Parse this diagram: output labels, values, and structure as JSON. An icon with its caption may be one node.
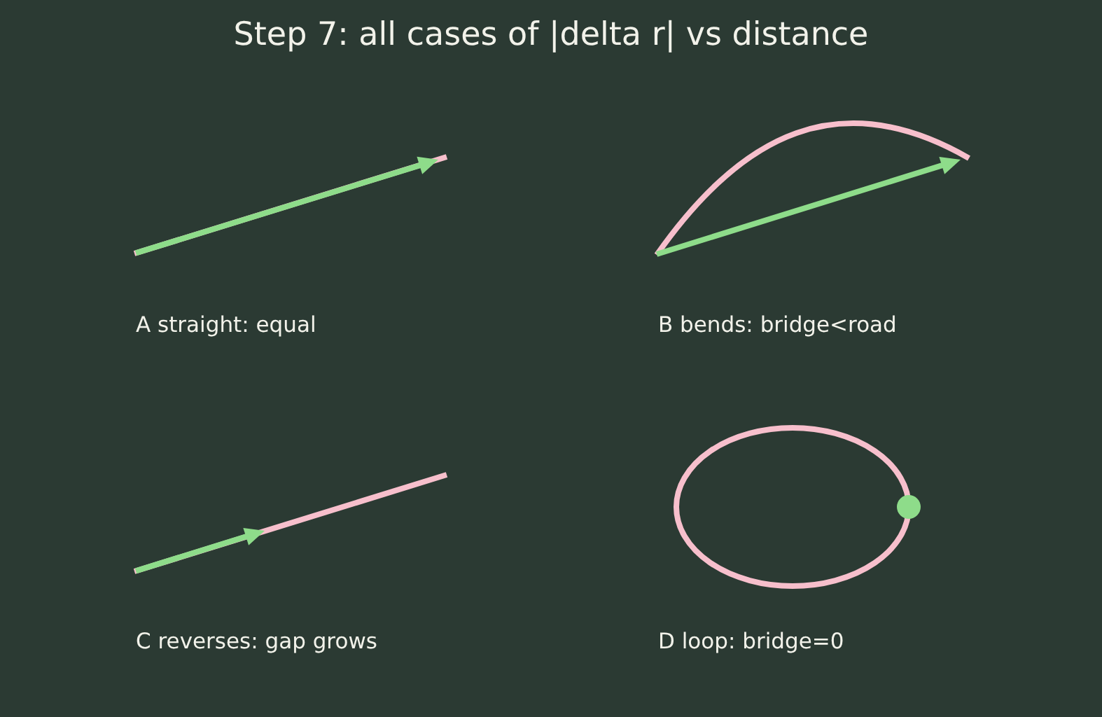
{
  "diagram": {
    "title": "Step 7: all cases of |delta r| vs distance",
    "labels": [
      "A straight: equal",
      "B bends: bridge<road",
      "C reverses: gap grows",
      "D loop: bridge=0"
    ]
  }
}
